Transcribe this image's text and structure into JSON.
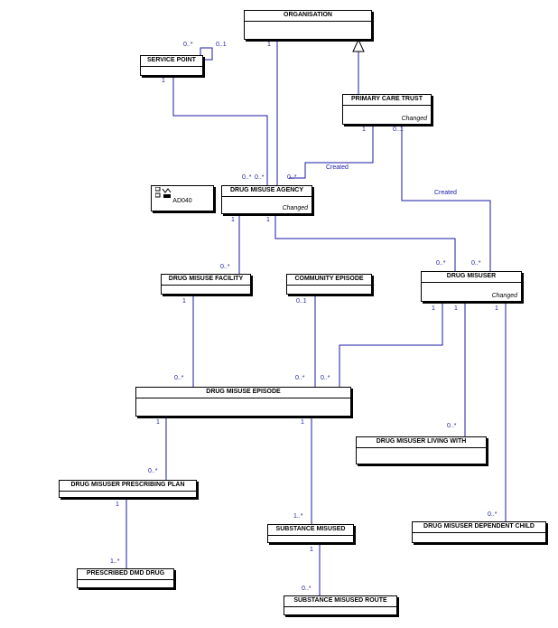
{
  "classes": {
    "organisation": {
      "name": "ORGANISATION"
    },
    "service_point": {
      "name": "SERVICE POINT"
    },
    "primary_care_trust": {
      "name": "PRIMARY CARE TRUST",
      "stereotype": "Changed"
    },
    "drug_misuse_agency": {
      "name": "DRUG MISUSE AGENCY",
      "stereotype": "Changed"
    },
    "drug_misuse_facility": {
      "name": "DRUG MISUSE FACILITY"
    },
    "community_episode": {
      "name": "COMMUNITY EPISODE"
    },
    "drug_misuser": {
      "name": "DRUG MISUSER",
      "stereotype": "Changed"
    },
    "drug_misuse_episode": {
      "name": "DRUG MISUSE EPISODE"
    },
    "drug_misuser_living_with": {
      "name": "DRUG MISUSER LIVING WITH"
    },
    "drug_misuser_prescribing_plan": {
      "name": "DRUG MISUSER PRESCRIBING PLAN"
    },
    "substance_misused": {
      "name": "SUBSTANCE MISUSED"
    },
    "drug_misuser_dependent_child": {
      "name": "DRUG MISUSER DEPENDENT CHILD"
    },
    "prescribed_dmd_drug": {
      "name": "PRESCRIBED DMD DRUG"
    },
    "substance_misused_route": {
      "name": "SUBSTANCE MISUSED ROUTE"
    }
  },
  "package": {
    "name": "AD040"
  },
  "labels": {
    "sp_self_many": "0..*",
    "sp_self_opt": "0..1",
    "sp_one": "1",
    "org_one": "1",
    "agency_many_a": "0..*",
    "agency_many_b": "0..*",
    "agency_many_c": "0..*",
    "created_pct_agency": "Created",
    "pct_one": "1",
    "pct_opt": "0..1",
    "created_pct_misuser": "Created",
    "agency_one_left": "1",
    "agency_one_right": "1",
    "facility_many": "0..*",
    "misuser_many": "0..*",
    "facility_one": "1",
    "community_opt": "0..1",
    "misuser_one_a": "1",
    "misuser_one_b": "1",
    "misuser_one_c": "1",
    "episode_many_a": "0..*",
    "episode_many_b": "0..*",
    "episode_many_c": "0..*",
    "living_with_many": "0..*",
    "episode_one_left": "1",
    "episode_one_right": "1",
    "plan_many": "0..*",
    "substance_many": "1..*",
    "dependent_child_many": "0..*",
    "plan_one": "1",
    "dmd_drug_many": "1..*",
    "substance_one": "1",
    "route_many": "0..*"
  },
  "colors": {
    "connector": "#1a1aa6",
    "outline": "#000000"
  }
}
